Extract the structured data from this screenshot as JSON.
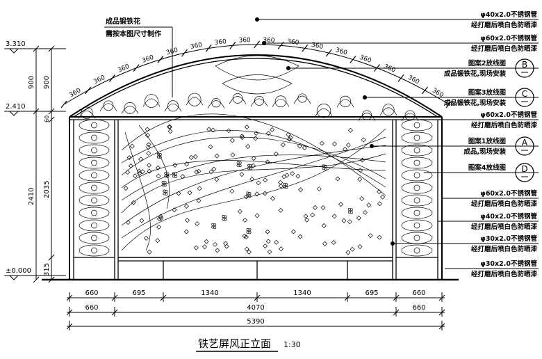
{
  "title": "铁艺屏风正立面",
  "scale": "1:30",
  "top_note": [
    "成品锻铁花",
    "需按本图尺寸制作"
  ],
  "arc_label": "360",
  "arc_count": 16,
  "elevations": [
    "3.310",
    "2.410",
    "±0.000"
  ],
  "vertical_dims": {
    "inner": [
      "900",
      "60",
      "2035",
      "315"
    ],
    "outer": [
      "900",
      "2410"
    ]
  },
  "bottom_dims": {
    "row1": [
      "660",
      "695",
      "1340",
      "1340",
      "695",
      "660"
    ],
    "row2": [
      "660",
      "4070",
      "660"
    ],
    "row3": [
      "5390"
    ]
  },
  "callouts": [
    {
      "top": "φ40x2.0不锈钢管",
      "bottom": "经打磨后喷白色防晒漆"
    },
    {
      "top": "φ60x2.0不锈钢管",
      "bottom": "经打磨后喷白色防晒漆"
    },
    {
      "top": "图案2放线图",
      "bottom": "成品锻铁花,现场安装",
      "mark": "B"
    },
    {
      "top": "图案3放线图",
      "bottom": "成品锻铁花,现场安装",
      "mark": "C"
    },
    {
      "top": "φ60x2.0不锈钢管",
      "bottom": "经打磨后喷白色防晒漆"
    },
    {
      "top": "图案1放线图",
      "bottom": "成品,现场安装",
      "mark": "A"
    },
    {
      "top": "图案4放线图",
      "bottom": "",
      "mark": "D"
    },
    {
      "top": "φ60x2.0不锈钢管",
      "bottom": "经打磨后喷白色防晒漆"
    },
    {
      "top": "φ40x2.0不锈钢管",
      "bottom": "经打磨后喷白色防晒漆"
    },
    {
      "top": "φ30x2.0不锈钢管",
      "bottom": "经打磨后喷白色防晒漆"
    },
    {
      "top": "φ30x2.0不锈钢管",
      "bottom": "经打磨后喷白色防晒漆"
    }
  ]
}
